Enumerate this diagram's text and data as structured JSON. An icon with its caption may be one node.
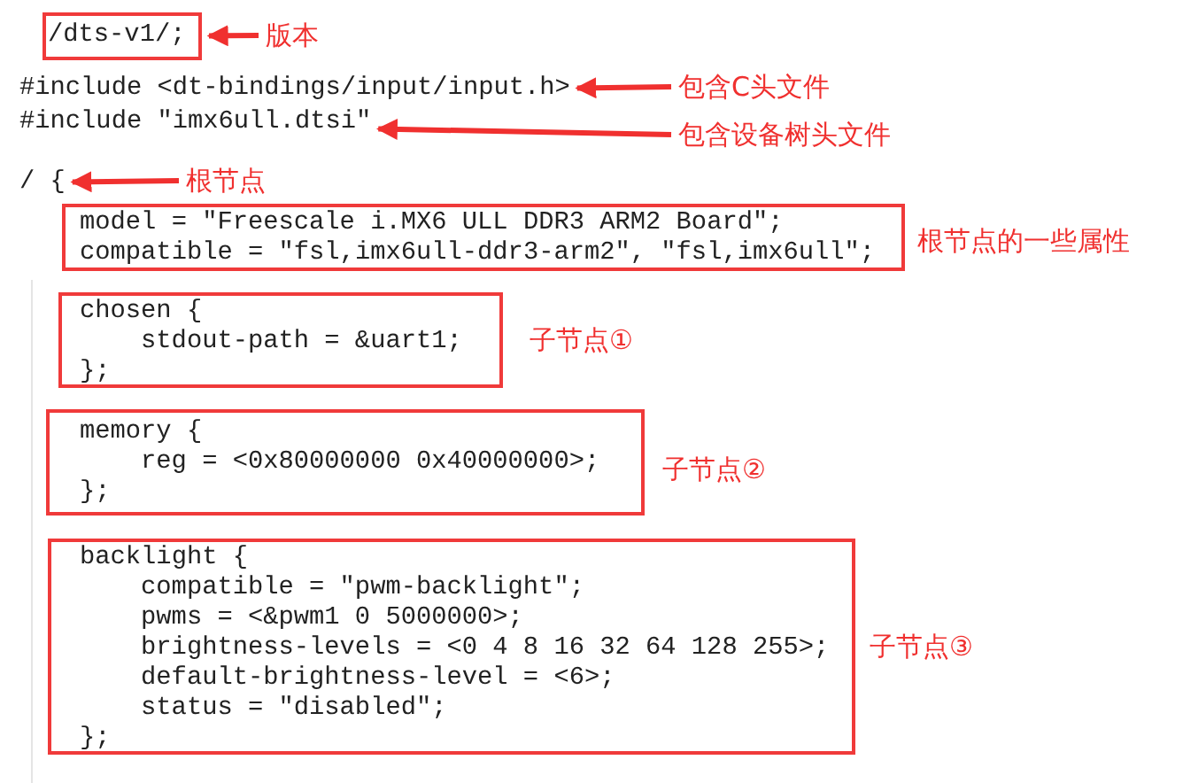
{
  "diagram": {
    "nodes": [
      {
        "text": [
          "/dts-v1/;"
        ]
      },
      {
        "text": [
          "版本"
        ]
      },
      {
        "text": [
          "#include <dt-bindings/input/input.h>"
        ]
      },
      {
        "text": [
          "包含C头文件"
        ]
      },
      {
        "text": [
          "#include \"imx6ull.dtsi\""
        ]
      },
      {
        "text": [
          "包含设备树头文件"
        ]
      },
      {
        "text": [
          "/ {"
        ]
      },
      {
        "text": [
          "根节点"
        ]
      },
      {
        "text": [
          "model = \"Freescale i.MX6 ULL DDR3 ARM2 Board\";",
          "compatible = \"fsl,imx6ull-ddr3-arm2\", \"fsl,imx6ull\";"
        ],
        "beside": [
          "根节点的一些属性"
        ]
      },
      {
        "text": [
          "chosen {",
          "stdout-path = &uart1;",
          "};"
        ],
        "beside": [
          "子节点①"
        ]
      },
      {
        "text": [
          "memory {",
          "reg = <0x80000000 0x40000000>;",
          "};"
        ],
        "beside": [
          "子节点②"
        ]
      },
      {
        "text": [
          "backlight {",
          "compatible = \"pwm-backlight\";",
          "pwms = <&pwm1 0 5000000>;",
          "brightness-levels = <0 4 8 16 32 64 128 255>;",
          "default-brightness-level = <6>;",
          "status = \"disabled\";",
          "};"
        ],
        "beside": [
          "子节点③"
        ]
      }
    ],
    "edges": [
      {
        "from": 1,
        "to": 0,
        "arrow": "to"
      },
      {
        "from": 3,
        "to": 2,
        "arrow": "to"
      },
      {
        "from": 5,
        "to": 4,
        "arrow": "to"
      },
      {
        "from": 7,
        "to": 6,
        "arrow": "to"
      }
    ]
  }
}
